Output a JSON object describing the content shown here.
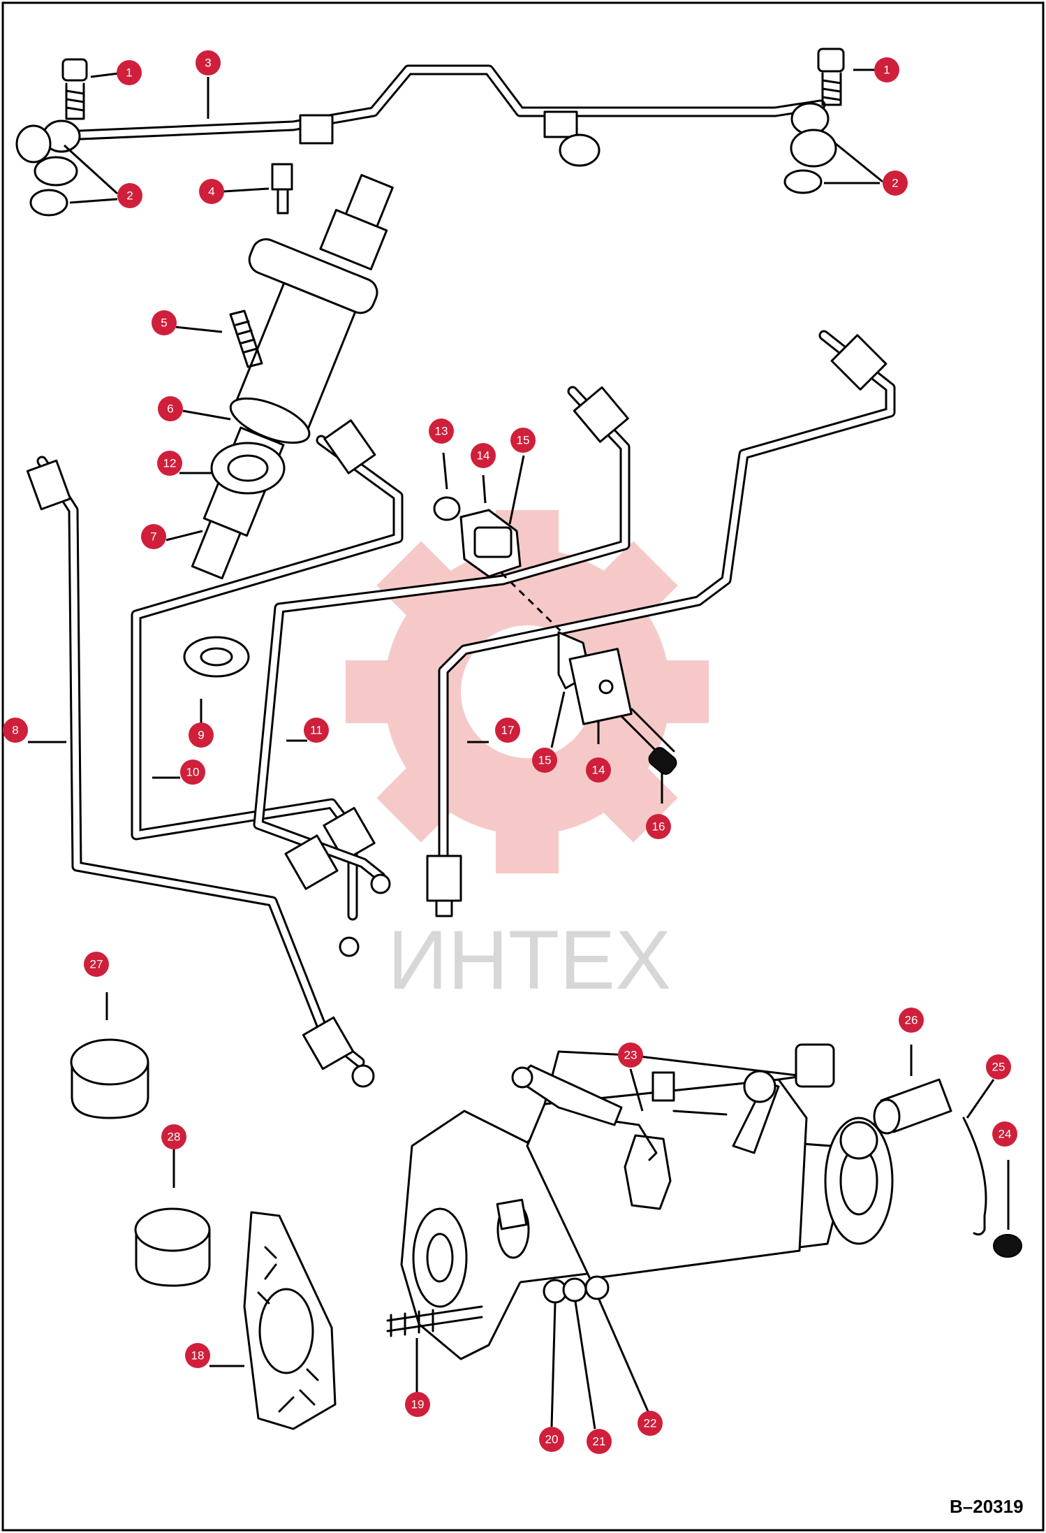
{
  "drawing_code": "B–20319",
  "watermark": {
    "text": "ИНТЕХ"
  },
  "callouts": [
    {
      "label": "1"
    },
    {
      "label": "1"
    },
    {
      "label": "2"
    },
    {
      "label": "2"
    },
    {
      "label": "3"
    },
    {
      "label": "4"
    },
    {
      "label": "5"
    },
    {
      "label": "6"
    },
    {
      "label": "7"
    },
    {
      "label": "8"
    },
    {
      "label": "9"
    },
    {
      "label": "10"
    },
    {
      "label": "11"
    },
    {
      "label": "12"
    },
    {
      "label": "13"
    },
    {
      "label": "14"
    },
    {
      "label": "14"
    },
    {
      "label": "15"
    },
    {
      "label": "15"
    },
    {
      "label": "16"
    },
    {
      "label": "17"
    },
    {
      "label": "18"
    },
    {
      "label": "19"
    },
    {
      "label": "20"
    },
    {
      "label": "21"
    },
    {
      "label": "22"
    },
    {
      "label": "23"
    },
    {
      "label": "24"
    },
    {
      "label": "25"
    },
    {
      "label": "26"
    },
    {
      "label": "27"
    },
    {
      "label": "28"
    }
  ]
}
